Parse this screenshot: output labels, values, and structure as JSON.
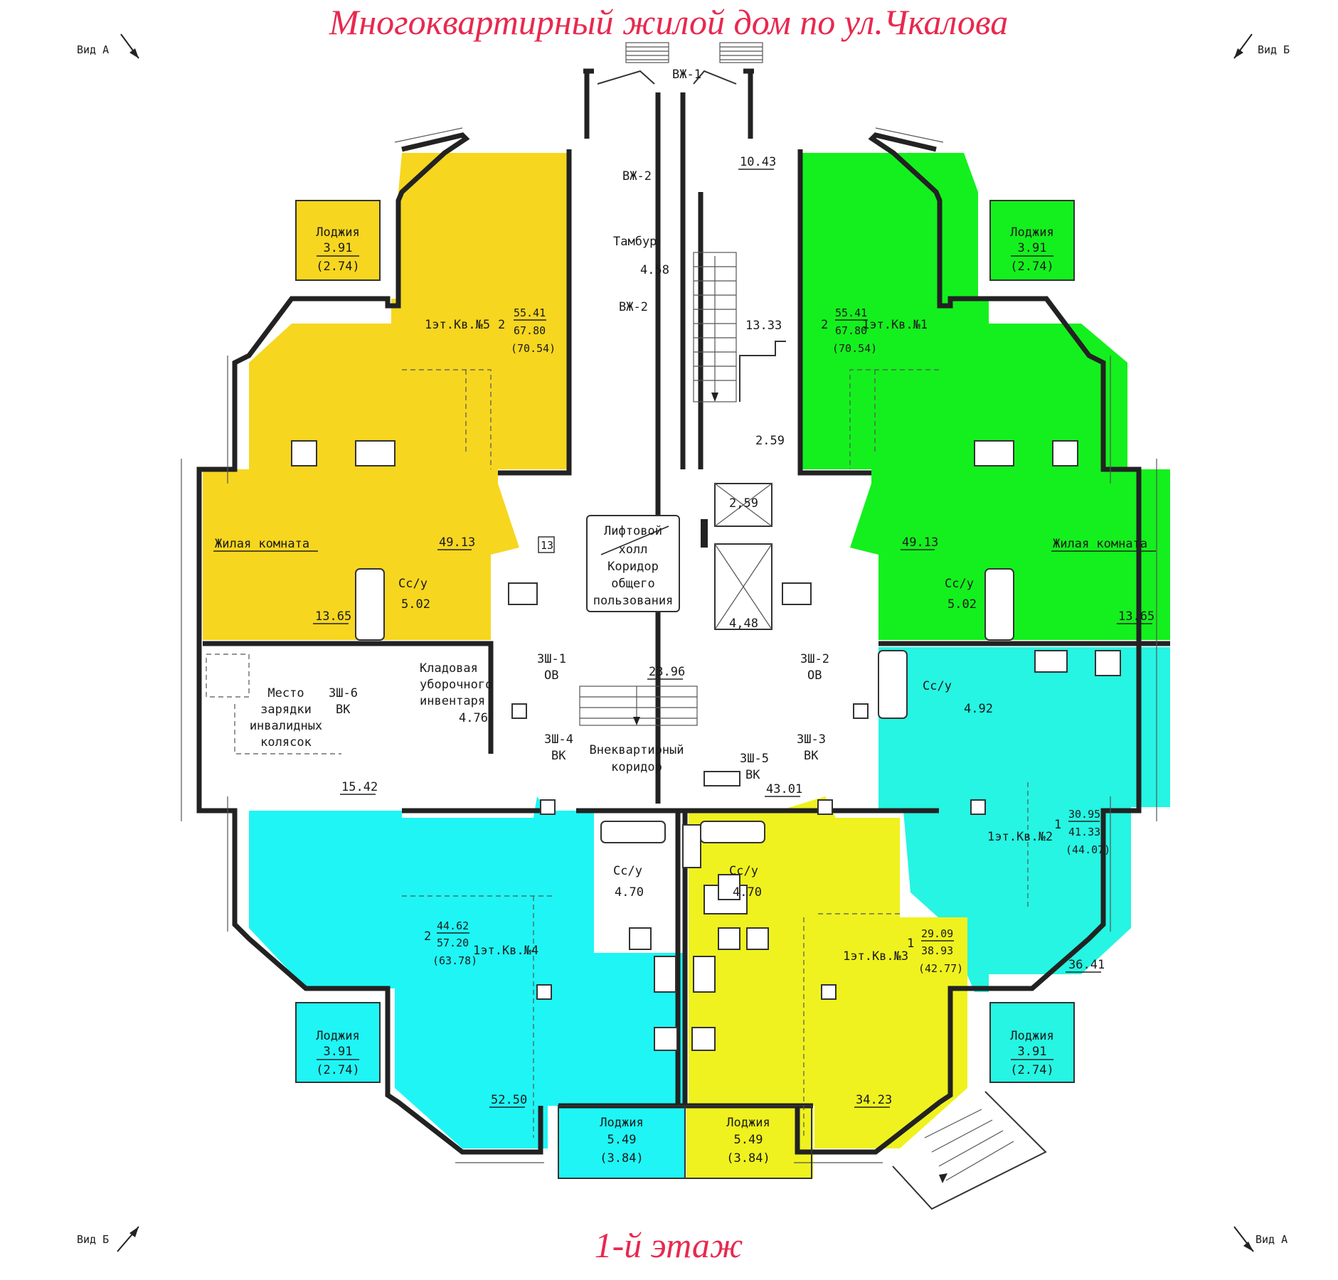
{
  "title": "Многоквартирный жилой дом по ул.Чкалова",
  "floor_label": "1-й этаж",
  "view_markers": {
    "top_left": "Вид А",
    "top_right": "Вид Б",
    "bottom_left": "Вид Б",
    "bottom_right": "Вид А"
  },
  "colors": {
    "apt5": "#f7d620",
    "apt1": "#14f01e",
    "apt2": "#25f5e2",
    "apt4": "#1ff5f5",
    "apt3": "#eff21e",
    "title": "#e8294f"
  },
  "entrance": {
    "door_1": "ВЖ-1",
    "door_2_top": "ВЖ-2",
    "door_2_bottom": "ВЖ-2",
    "vestibule": "Тамбур",
    "vestibule_area": "4.58",
    "porch_area": "10.43",
    "stair_area": "13.33",
    "stair_small": "2.59",
    "lift_shaft_a": "2,59",
    "lift_shaft_b": "4,48"
  },
  "apt5": {
    "loggia": "Лоджия",
    "loggia_area": "3.91",
    "loggia_red": "(2.74)",
    "name": "1эт.Кв.№5",
    "rooms": "2",
    "living": "55.41",
    "total": "67.80",
    "total_loggia": "(70.54)",
    "room_label": "Жилая комната",
    "room_area": "49.13",
    "room_area_2": "13.65",
    "bath": "Сс/у",
    "bath_area": "5.02"
  },
  "apt1": {
    "loggia": "Лоджия",
    "loggia_area": "3.91",
    "loggia_red": "(2.74)",
    "name": "1эт.Кв.№1",
    "rooms": "2",
    "living": "55.41",
    "total": "67.80",
    "total_loggia": "(70.54)",
    "room_label": "Жилая комната",
    "room_area": "49.13",
    "room_area_2": "13.65",
    "bath": "Сс/у",
    "bath_area": "5.02"
  },
  "apt2": {
    "name": "1эт.Кв.№2",
    "rooms": "1",
    "living": "30.95",
    "total": "41.33",
    "total_loggia": "(44.07)",
    "bath": "Сс/у",
    "bath_area": "4.92",
    "room_area": "36.41",
    "loggia": "Лоджия",
    "loggia_area": "3.91",
    "loggia_red": "(2.74)"
  },
  "apt4": {
    "name": "1эт.Кв.№4",
    "rooms": "2",
    "living": "44.62",
    "total": "57.20",
    "total_loggia": "(63.78)",
    "bath": "Сс/у",
    "bath_area": "4.70",
    "room_area": "52.50",
    "loggia_side": "Лоджия",
    "loggia_side_area": "3.91",
    "loggia_side_red": "(2.74)",
    "loggia_bottom": "Лоджия",
    "loggia_bottom_area": "5.49",
    "loggia_bottom_red": "(3.84)"
  },
  "apt3": {
    "name": "1эт.Кв.№3",
    "rooms": "1",
    "living": "29.09",
    "total": "38.93",
    "total_loggia": "(42.77)",
    "bath": "Сс/у",
    "bath_area": "4.70",
    "room_area": "34.23",
    "loggia": "Лоджия",
    "loggia_area": "5.49",
    "loggia_red": "(3.84)"
  },
  "common": {
    "hall_line1": "Лифтовой",
    "hall_line2": "холл",
    "hall_line3": "Коридор",
    "hall_line4": "общего",
    "hall_line5": "пользования",
    "hall_tag": "13",
    "storage_line1": "Кладовая",
    "storage_line2": "уборочного",
    "storage_line3": "инвентаря",
    "storage_area": "4.76",
    "wheel_line1": "Место",
    "wheel_line2": "зарядки",
    "wheel_line3": "инвалидных",
    "wheel_line4": "колясок",
    "wheel_area": "15.42",
    "corridor_line1": "Внеквартирный",
    "corridor_line2": "коридор",
    "corridor_area": "43.01",
    "lobby_area": "23.96",
    "zsh1": "ЗШ-1",
    "zsh1_sub": "ОВ",
    "zsh2": "ЗШ-2",
    "zsh2_sub": "ОВ",
    "zsh3": "ЗШ-3",
    "zsh3_sub": "ВК",
    "zsh4": "ЗШ-4",
    "zsh4_sub": "ВК",
    "zsh5": "ЗШ-5",
    "zsh5_sub": "ВК",
    "zsh6": "ЗШ-6",
    "zsh6_sub": "ВК"
  }
}
